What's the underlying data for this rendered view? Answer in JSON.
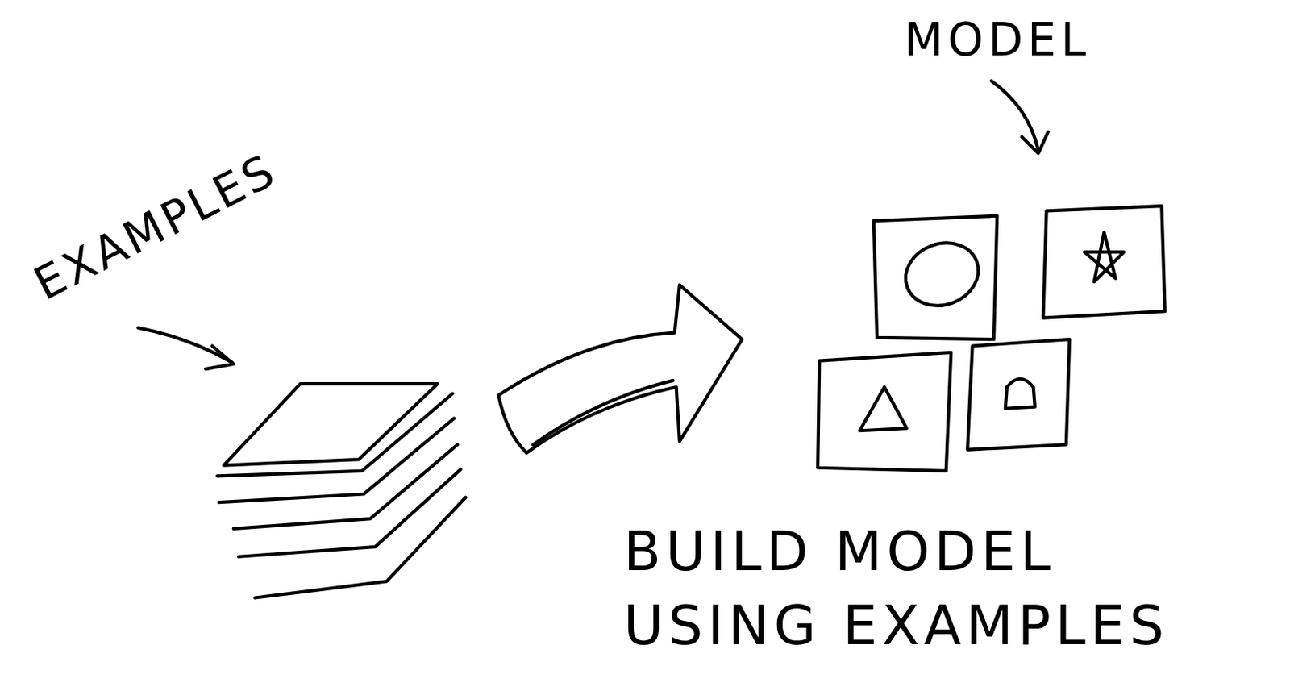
{
  "diagram": {
    "labels": [
      "EXAMPLES",
      "MODEL",
      "BUILD MODEL USING EXAMPLES"
    ]
  }
}
